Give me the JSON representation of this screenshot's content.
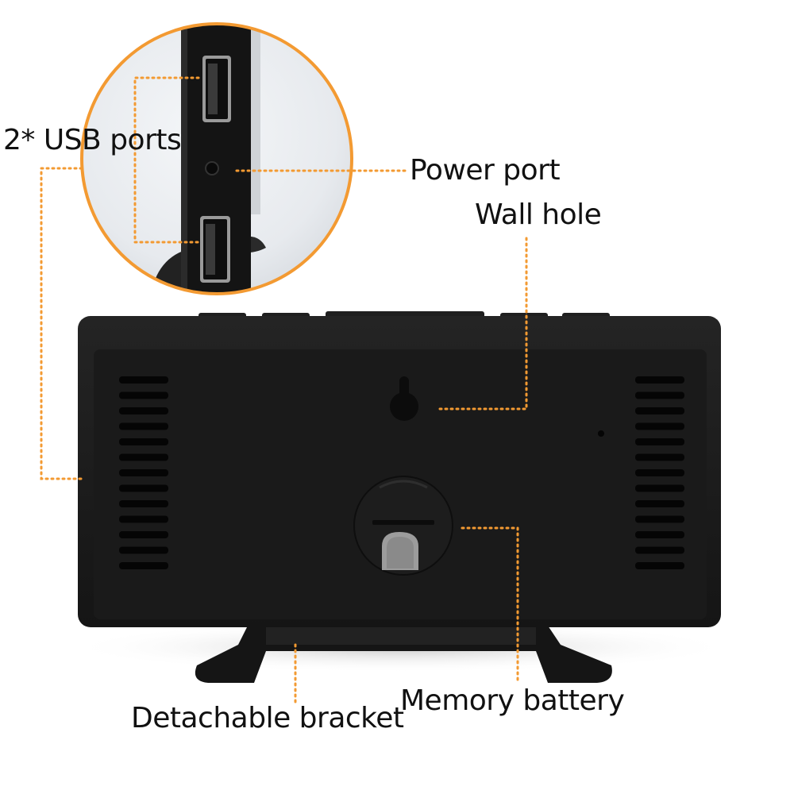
{
  "colors": {
    "accent": "#f39a32",
    "device": "#1b1b1b",
    "background": "#ffffff"
  },
  "labels": {
    "usb_ports": "2* USB ports",
    "power_port": "Power port",
    "wall_hole": "Wall hole",
    "memory_battery": "Memory battery",
    "detachable_bracket": "Detachable bracket"
  },
  "icons": {
    "vent_left": "vent-slots-icon",
    "vent_right": "vent-slots-icon",
    "wall_hole": "keyhole-icon",
    "battery_cover": "battery-cover-icon"
  }
}
